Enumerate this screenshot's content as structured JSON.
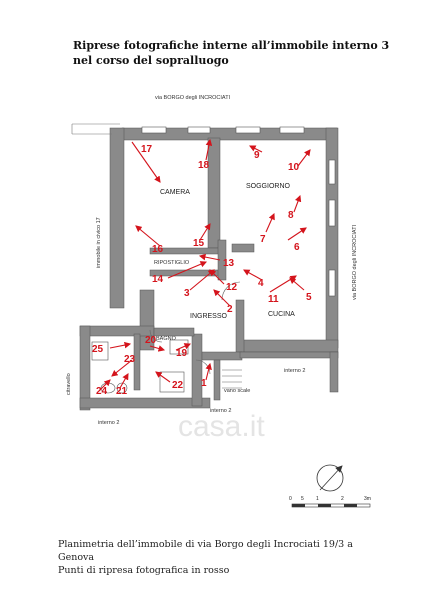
{
  "title": {
    "line1": "Riprese fotografiche interne all’immobile interno 3",
    "line2": "nel corso del sopralluogo"
  },
  "streets": {
    "top": "via BORGO degli INCROCIATI",
    "right": "via BORGO degli INCROCIATI",
    "left_building": "immobile in civico 17",
    "far_left": "citravello"
  },
  "rooms": {
    "camera": "CAMERA",
    "soggiorno": "SOGGIORNO",
    "ripostiglio": "RIPOSTIGLIO",
    "ingresso": "INGRESSO",
    "cucina": "CUCINA",
    "bagno": "BAGNO"
  },
  "labels": {
    "vano_scale": "vano scale",
    "interno2_a": "interno 2",
    "interno2_b": "interno 2",
    "interno2_c": "interno 2"
  },
  "watermark": "casa.it",
  "scale": {
    "ticks": [
      "0",
      "5",
      "1",
      "2",
      "3m"
    ]
  },
  "shots": [
    {
      "n": "17"
    },
    {
      "n": "18"
    },
    {
      "n": "9"
    },
    {
      "n": "10"
    },
    {
      "n": "8"
    },
    {
      "n": "7"
    },
    {
      "n": "6"
    },
    {
      "n": "16"
    },
    {
      "n": "15"
    },
    {
      "n": "13"
    },
    {
      "n": "14"
    },
    {
      "n": "3"
    },
    {
      "n": "12"
    },
    {
      "n": "4"
    },
    {
      "n": "11"
    },
    {
      "n": "5"
    },
    {
      "n": "2"
    },
    {
      "n": "25"
    },
    {
      "n": "20"
    },
    {
      "n": "19"
    },
    {
      "n": "23"
    },
    {
      "n": "24"
    },
    {
      "n": "21"
    },
    {
      "n": "22"
    },
    {
      "n": "1"
    }
  ],
  "caption": {
    "line1": "Planimetria dell’immobile di via Borgo degli Incrociati 19/3 a  Genova",
    "line2": "Punti di ripresa fotografica in rosso"
  },
  "colors": {
    "wall": "#8a8a8a",
    "wall_dark": "#6e6e6e",
    "arrow": "#d4141c"
  }
}
